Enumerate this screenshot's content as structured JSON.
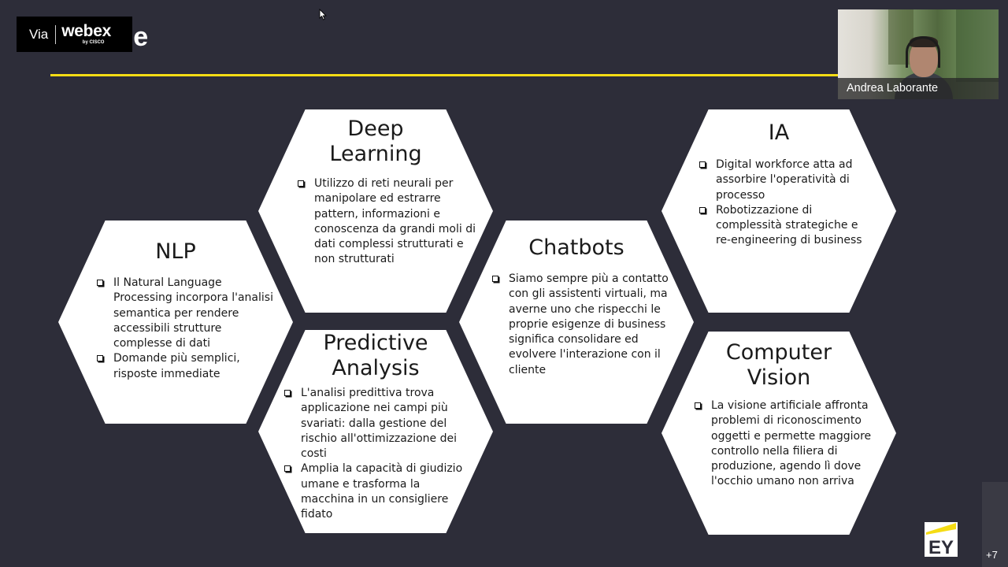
{
  "slide": {
    "title": "mpetenze"
  },
  "webex_badge": {
    "via": "Via",
    "brand": "webex",
    "by": "by CISCO"
  },
  "video_tile": {
    "participant_name": "Andrea Laborante"
  },
  "hexagons": {
    "nlp": {
      "title": "NLP",
      "bullets": [
        "Il Natural Language Processing incorpora l'analisi semantica per rendere accessibili strutture complesse di dati",
        "Domande più semplici, risposte immediate"
      ]
    },
    "deep_learning": {
      "title_line1": "Deep",
      "title_line2": "Learning",
      "bullets": [
        "Utilizzo di reti neurali per manipolare ed estrarre pattern, informazioni e conoscenza da grandi moli di dati complessi strutturati e non strutturati"
      ]
    },
    "predictive_analysis": {
      "title_line1": "Predictive",
      "title_line2": "Analysis",
      "bullets": [
        "L'analisi predittiva trova applicazione nei campi più svariati: dalla gestione del rischio all'ottimizzazione dei costi",
        "Amplia la capacità di giudizio umane e trasforma la macchina in un consigliere fidato"
      ]
    },
    "chatbots": {
      "title": "Chatbots",
      "bullets": [
        "Siamo sempre più a contatto con gli assistenti virtuali, ma averne uno che rispecchi le proprie esigenze di business significa consolidare ed evolvere l'interazione con il cliente"
      ]
    },
    "ia": {
      "title": "IA",
      "bullets": [
        "Digital workforce atta ad assorbire l'operatività di processo",
        "Robotizzazione di complessità strategiche e re-engineering di business"
      ]
    },
    "computer_vision": {
      "title_line1": "Computer",
      "title_line2": "Vision",
      "bullets": [
        "La visione artificiale affronta problemi di riconoscimento oggetti e permette maggiore controllo nella filiera di produzione, agendo lì dove l'occhio umano non arriva"
      ]
    }
  },
  "logo": {
    "text": "EY",
    "accent_color": "#f5dc14"
  },
  "participants": {
    "more_count": "+7"
  },
  "colors": {
    "background": "#2d2d39",
    "rule": "#f5dc14",
    "hexagon": "#ffffff"
  }
}
